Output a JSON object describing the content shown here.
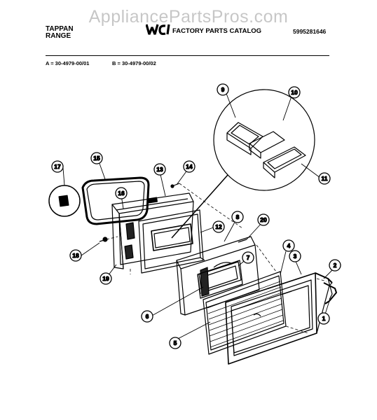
{
  "header": {
    "brand_line1": "TAPPAN",
    "brand_line2": "RANGE",
    "logo_mark": "WCI",
    "catalog_title": "FACTORY PARTS CATALOG",
    "catalog_number": "5995281646",
    "model_a": "A = 30-4979-00/01",
    "model_b": "B = 30-4979-00/02"
  },
  "watermark": "AppliancePartsPros.com",
  "callouts": [
    "1",
    "2",
    "3",
    "4",
    "5",
    "6",
    "7",
    "8",
    "9",
    "10",
    "11",
    "12",
    "13",
    "14",
    "15",
    "16",
    "17",
    "18",
    "19",
    "20"
  ],
  "colors": {
    "ink": "#000000",
    "paper": "#ffffff",
    "panel_shade": "#222222"
  }
}
